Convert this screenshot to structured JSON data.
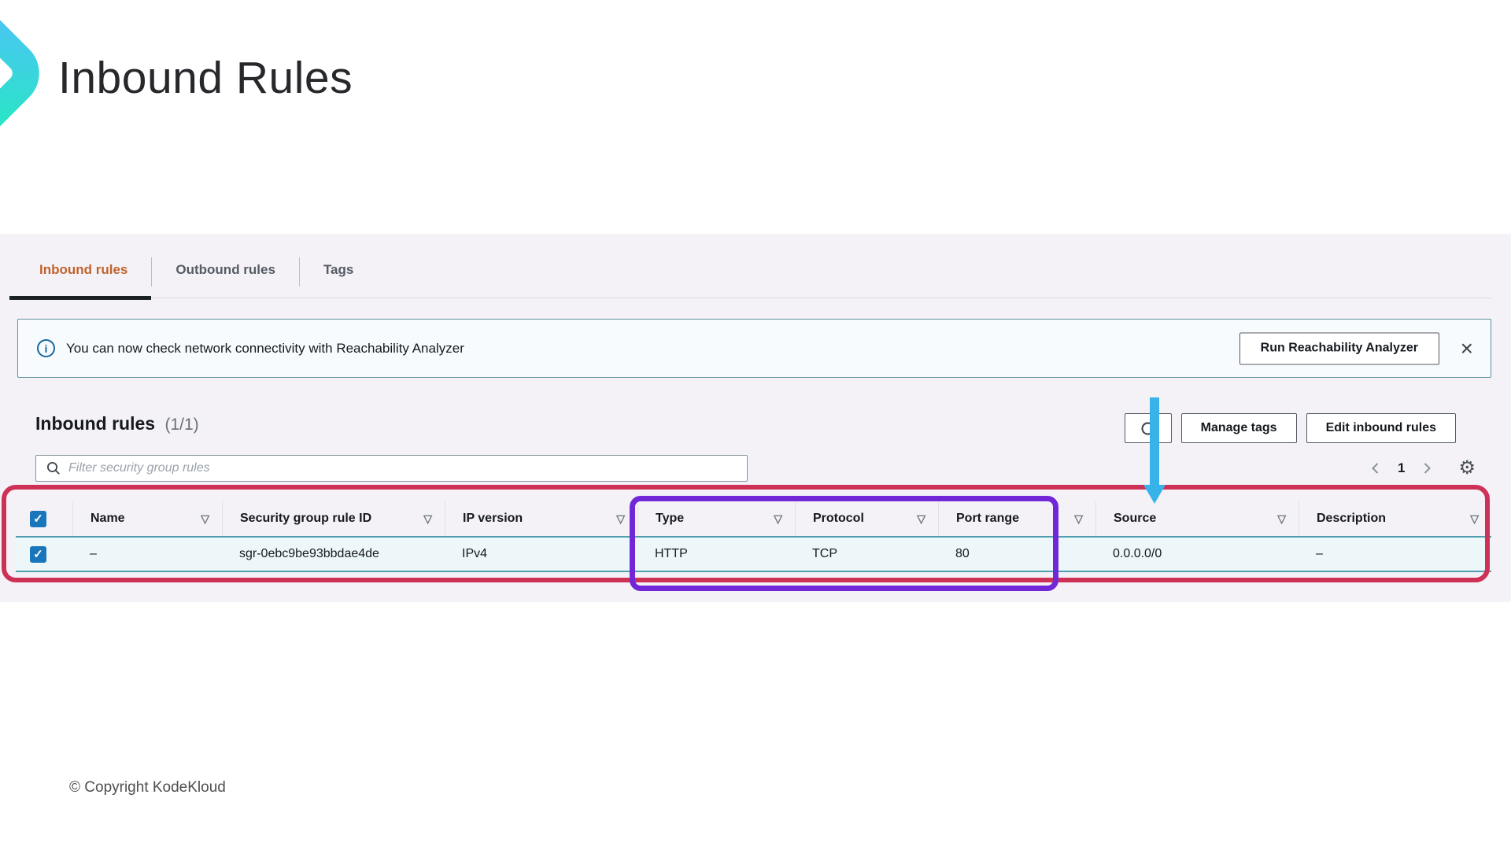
{
  "title": "Inbound Rules",
  "tabs": {
    "inbound": "Inbound rules",
    "outbound": "Outbound rules",
    "tags": "Tags"
  },
  "banner": {
    "message": "You can now check network connectivity with Reachability Analyzer",
    "action": "Run Reachability Analyzer"
  },
  "toolbar": {
    "heading": "Inbound rules",
    "count": "(1/1)",
    "manage_tags": "Manage tags",
    "edit_rules": "Edit inbound rules"
  },
  "filter": {
    "placeholder": "Filter security group rules"
  },
  "pagination": {
    "page": "1"
  },
  "table": {
    "columns": [
      "Name",
      "Security group rule ID",
      "IP version",
      "Type",
      "Protocol",
      "Port range",
      "Source",
      "Description"
    ],
    "row": {
      "name": "–",
      "rule_id": "sgr-0ebc9be93bbdae4de",
      "ip_version": "IPv4",
      "type": "HTTP",
      "protocol": "TCP",
      "port_range": "80",
      "source": "0.0.0.0/0",
      "description": "–"
    }
  },
  "footer": {
    "copyright": "© Copyright KodeKloud"
  },
  "icons": {
    "check": "✓",
    "filter": "▽",
    "gear": "⚙",
    "close": "×",
    "info": "i"
  },
  "colors": {
    "active_tab": "#c0622d",
    "annotation_red": "#ce3156",
    "annotation_purple": "#7127d8",
    "annotation_arrow": "#38b3e9",
    "brand_gradient_start": "#49c7f2",
    "brand_gradient_end": "#2ae4c6",
    "checkbox_blue": "#1a76bb",
    "selected_row_border": "#4f9fae"
  }
}
